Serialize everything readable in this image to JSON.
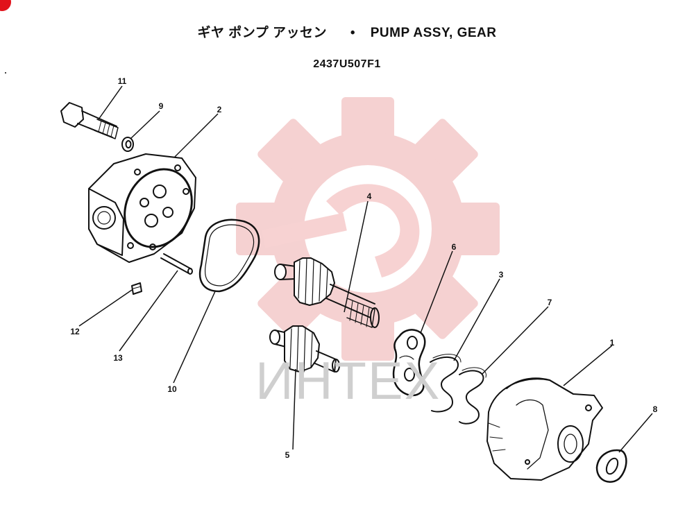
{
  "header": {
    "title_jp": "ギヤ ポンプ アッセン",
    "separator": "•",
    "title_en": "PUMP ASSY, GEAR",
    "part_number": "2437U507F1"
  },
  "watermark": {
    "text": "ИНТЕХ",
    "color": "#f3c6c6"
  },
  "callouts": [
    "1",
    "2",
    "3",
    "4",
    "5",
    "6",
    "7",
    "8",
    "9",
    "10",
    "11",
    "12",
    "13"
  ]
}
